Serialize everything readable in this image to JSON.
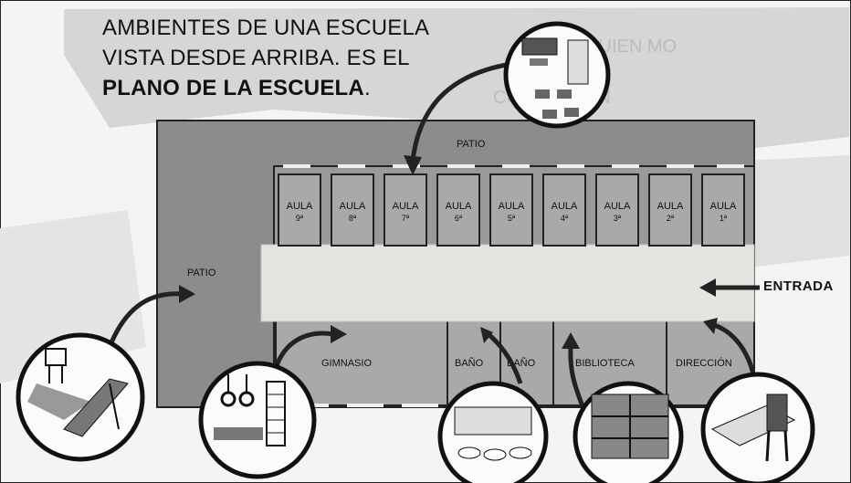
{
  "title": {
    "line1": "AMBIENTES DE UNA ESCUELA",
    "line2": "VISTA DESDE ARRIBA. ES EL",
    "line3_bold": "PLANO DE LA ESCUELA",
    "line3_end": "."
  },
  "background_text": [
    "CUÁLES SON",
    "QUIEN MO"
  ],
  "plan": {
    "patio_top": "PATIO",
    "patio_left": "PATIO",
    "entrance": "ENTRADA",
    "classrooms": [
      {
        "label": "AULA",
        "number": "9ª"
      },
      {
        "label": "AULA",
        "number": "8ª"
      },
      {
        "label": "AULA",
        "number": "7ª"
      },
      {
        "label": "AULA",
        "number": "6ª"
      },
      {
        "label": "AULA",
        "number": "5ª"
      },
      {
        "label": "AULA",
        "number": "4ª"
      },
      {
        "label": "AULA",
        "number": "3ª"
      },
      {
        "label": "AULA",
        "number": "2ª"
      },
      {
        "label": "AULA",
        "number": "1ª"
      }
    ],
    "rooms": {
      "gym": "GIMNASIO",
      "bath1": "BAÑO",
      "bath2": "BAÑO",
      "library": "BIBLIOTECA",
      "office": "DIRECCIÓN"
    }
  },
  "colors": {
    "patio": "#8c8c8c",
    "room": "#a9a9a9",
    "corridor": "#e6e4e0",
    "ink": "#111111"
  },
  "icons": [
    "classroom-illustration",
    "playground-slide-illustration",
    "gym-equipment-illustration",
    "sinks-illustration",
    "bookshelf-illustration",
    "desk-chair-illustration"
  ]
}
